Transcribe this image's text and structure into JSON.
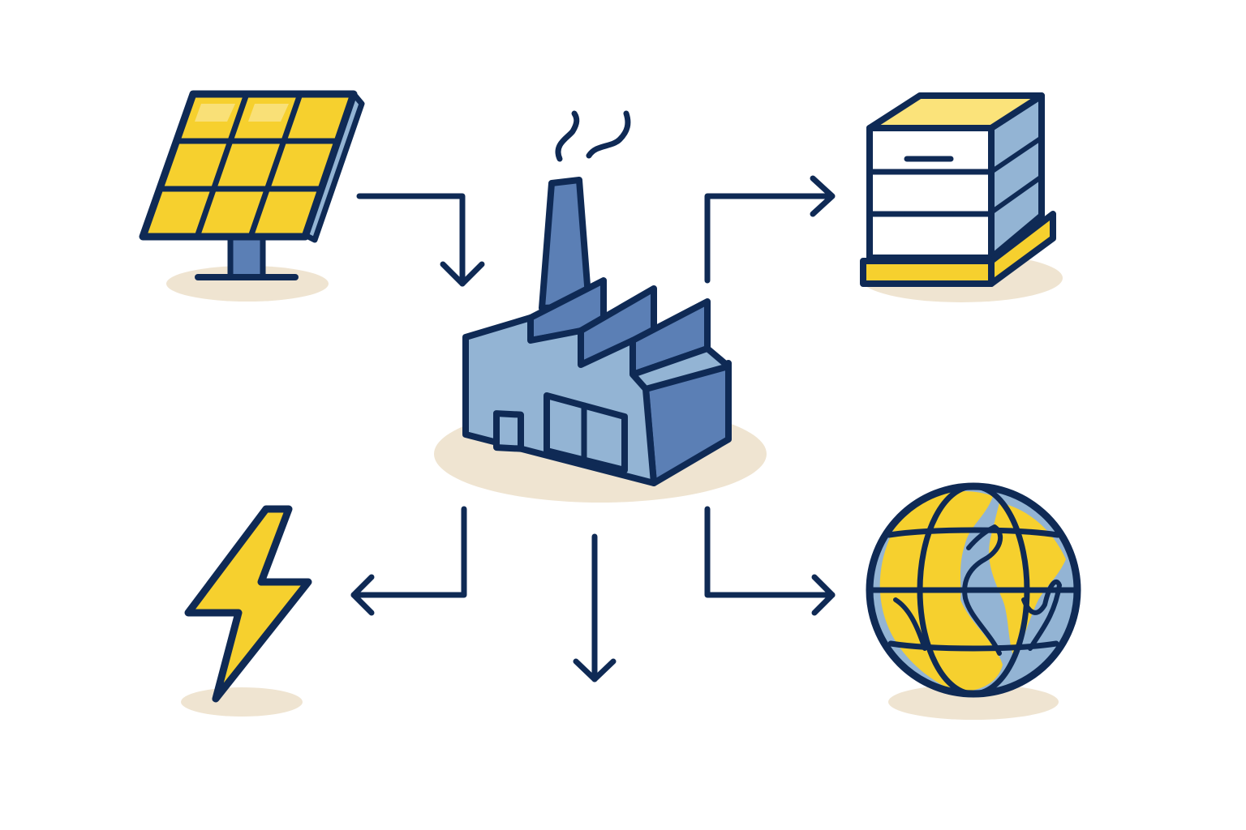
{
  "diagram": {
    "nodes": [
      {
        "id": "solar",
        "icon": "solar-panel-icon"
      },
      {
        "id": "factory",
        "icon": "factory-icon"
      },
      {
        "id": "storage",
        "icon": "storage-cabinet-icon"
      },
      {
        "id": "power",
        "icon": "lightning-bolt-icon"
      },
      {
        "id": "globe",
        "icon": "globe-icon"
      }
    ],
    "edges": [
      {
        "from": "solar",
        "to": "factory"
      },
      {
        "from": "factory",
        "to": "storage"
      },
      {
        "from": "factory",
        "to": "power"
      },
      {
        "from": "factory",
        "to": "output"
      },
      {
        "from": "factory",
        "to": "globe"
      }
    ]
  },
  "colors": {
    "outline": "#0F2A55",
    "yellow": "#F6D02E",
    "yellow_light": "#FBE37A",
    "blue": "#5B7FB5",
    "blue_light": "#93B4D4",
    "white": "#FFFFFF",
    "shadow": "#EFE4D1"
  }
}
